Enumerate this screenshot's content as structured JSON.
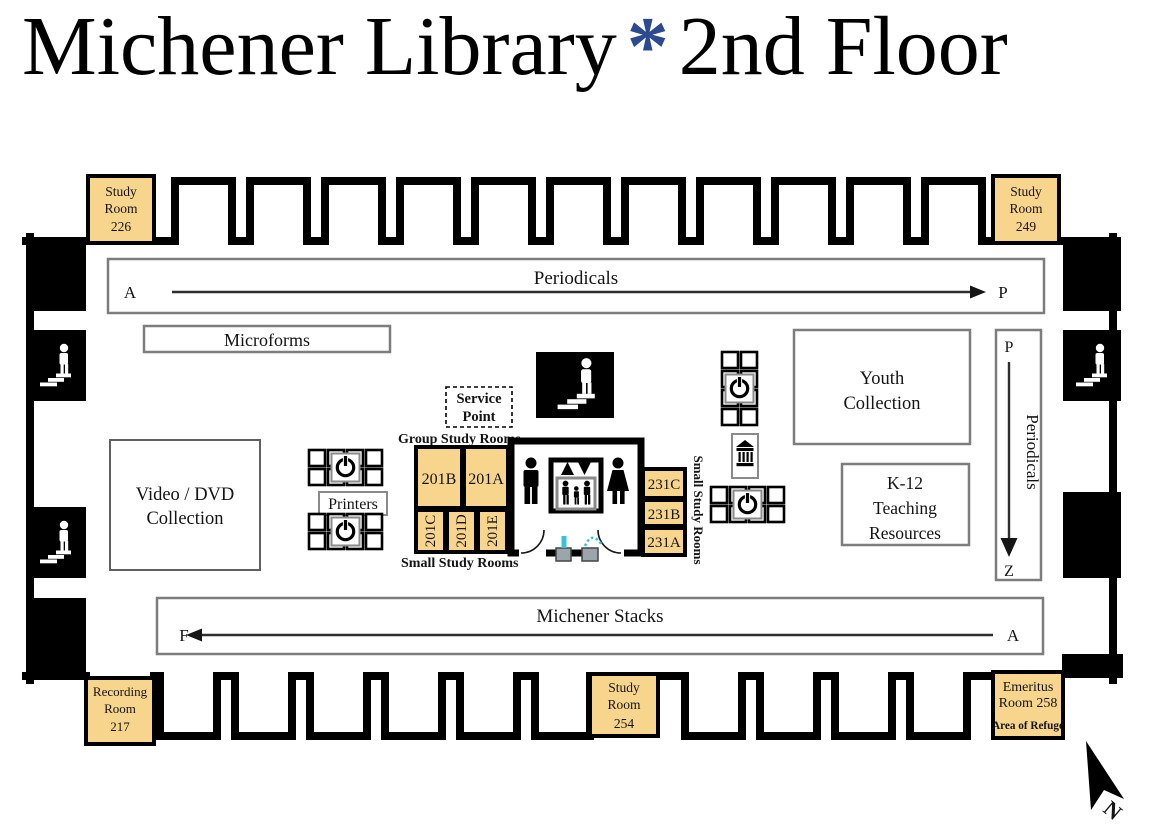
{
  "title": {
    "library": "Michener Library",
    "asterisk": "*",
    "floor": "2nd Floor"
  },
  "colors": {
    "accent_blue": "#2b4a8f",
    "room_fill": "#f7d58c",
    "refuge_text": "#1e3f7f",
    "wall": "#000000"
  },
  "map": {
    "top_banner": {
      "label": "Periodicals",
      "start": "A",
      "end": "P"
    },
    "stacks_banner": {
      "label": "Michener Stacks",
      "start": "F",
      "end": "A"
    },
    "right_banner": {
      "label": "Periodicals",
      "start": "P",
      "end": "Z"
    },
    "microforms": {
      "label": "Microforms"
    },
    "video_dvd": {
      "line1": "Video / DVD",
      "line2": "Collection"
    },
    "youth": {
      "line1": "Youth",
      "line2": "Collection"
    },
    "k12": {
      "line1": "K-12",
      "line2": "Teaching",
      "line3": "Resources"
    },
    "service_point": {
      "line1": "Service",
      "line2": "Point"
    },
    "printers": {
      "label": "Printers"
    },
    "group_study_label": "Group Study Rooms",
    "small_study_label": "Small Study Rooms",
    "small_study_label_right": "Small Study Rooms",
    "rooms": {
      "r201b": "201B",
      "r201a": "201A",
      "r201c": "201C",
      "r201d": "201D",
      "r201e": "201E",
      "r231c": "231C",
      "r231b": "231B",
      "r231a": "231A"
    },
    "corner_rooms": {
      "study226": {
        "line1": "Study",
        "line2": "Room",
        "line3": "226"
      },
      "study249": {
        "line1": "Study",
        "line2": "Room",
        "line3": "249"
      },
      "recording217": {
        "line1": "Recording",
        "line2": "Room",
        "line3": "217"
      },
      "study254": {
        "line1": "Study",
        "line2": "Room",
        "line3": "254"
      },
      "emeritus258": {
        "line1": "Emeritus",
        "line2": "Room 258",
        "refuge": "Area of Refuge"
      }
    },
    "compass": {
      "north": "N"
    }
  }
}
